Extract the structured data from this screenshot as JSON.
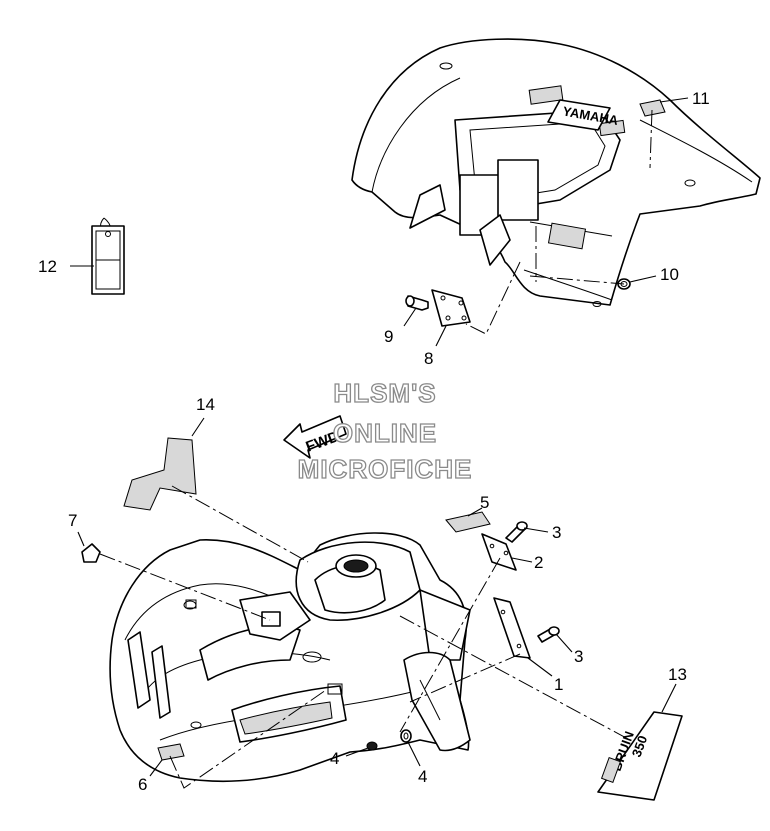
{
  "watermark": {
    "line1": "HLSM'S",
    "line2": "ONLINE",
    "line3": "MICROFICHE"
  },
  "fwd_label": "FWD",
  "rear_badge_text": "YAMAHA",
  "decal_text": {
    "brand": "BRUIN",
    "model": "350"
  },
  "callouts": [
    {
      "id": "1",
      "text": "1"
    },
    {
      "id": "2",
      "text": "2"
    },
    {
      "id": "3a",
      "text": "3"
    },
    {
      "id": "3b",
      "text": "3"
    },
    {
      "id": "4a",
      "text": "4"
    },
    {
      "id": "4b",
      "text": "4"
    },
    {
      "id": "5",
      "text": "5"
    },
    {
      "id": "6",
      "text": "6"
    },
    {
      "id": "7",
      "text": "7"
    },
    {
      "id": "8",
      "text": "8"
    },
    {
      "id": "9",
      "text": "9"
    },
    {
      "id": "10",
      "text": "10"
    },
    {
      "id": "11",
      "text": "11"
    },
    {
      "id": "12",
      "text": "12"
    },
    {
      "id": "13",
      "text": "13"
    },
    {
      "id": "14",
      "text": "14"
    }
  ]
}
